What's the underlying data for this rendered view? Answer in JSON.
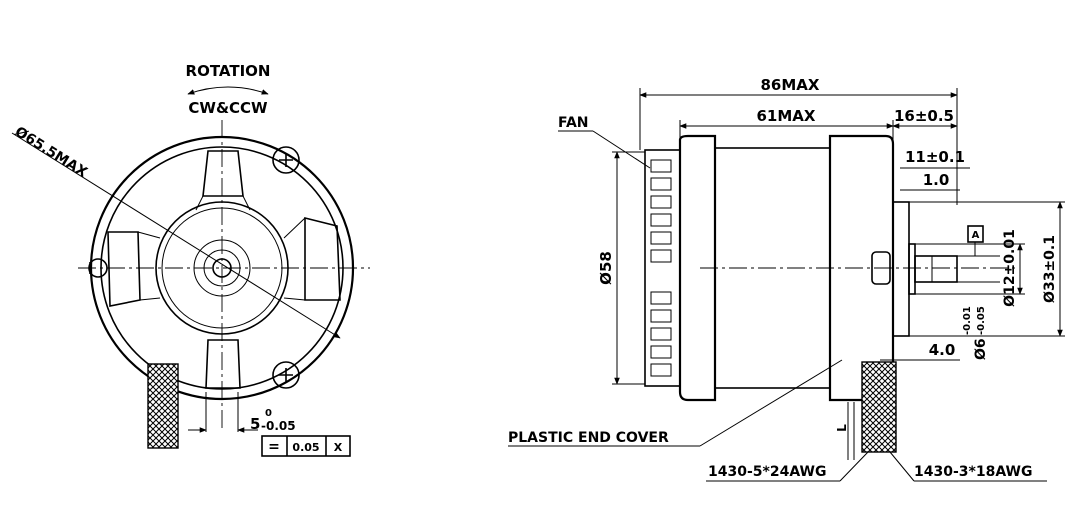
{
  "front_view": {
    "rotation_label": "ROTATION",
    "direction_label": "CW&CCW",
    "diameter_label": "Ø65.5MAX",
    "keyway_dim_main": "5",
    "keyway_tol_upper": "0",
    "keyway_tol_lower": "-0.05",
    "tolerance_box": {
      "symbol": "=",
      "value": "0.05",
      "datum": "X"
    }
  },
  "side_view": {
    "overall_length": "86MAX",
    "body_length": "61MAX",
    "shaft_section": "16±0.5",
    "shaft_length": "11±0.1",
    "flat_offset": "1.0",
    "fan_label": "FAN",
    "body_diameter": "Ø58",
    "pilot_diameter": "Ø33±0.1",
    "hub_diameter": "Ø12±0.01",
    "shaft_diameter": "Ø6",
    "shaft_tol_upper": "-0.01",
    "shaft_tol_lower": "-0.05",
    "datum_box": "A",
    "flange_thickness": "4.0",
    "lead_length": "L",
    "end_cover_label": "PLASTIC END COVER",
    "wire_label_1": "1430-5*24AWG",
    "wire_label_2": "1430-3*18AWG"
  }
}
